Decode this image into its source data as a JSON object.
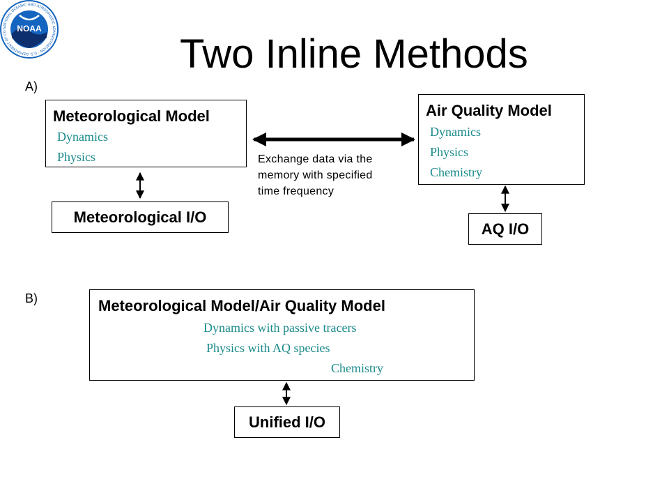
{
  "slide": {
    "title": "Two Inline Methods",
    "logo_text": "NOAA",
    "logo_ring_text": "NATIONAL OCEANIC AND ATMOSPHERIC ADMINISTRATION · U.S. DEPARTMENT OF COMMERCE",
    "colors": {
      "accent_teal": "#1a8a8a",
      "logo_blue": "#1565c0"
    }
  },
  "section_a": {
    "label": "A)",
    "met_model": {
      "title": "Meteorological Model",
      "items": [
        "Dynamics",
        "Physics"
      ]
    },
    "met_io": "Meteorological I/O",
    "aq_model": {
      "title": "Air Quality Model",
      "items": [
        "Dynamics",
        "Physics",
        "Chemistry"
      ]
    },
    "aq_io": "AQ I/O",
    "exchange_note": [
      "Exchange data via the",
      "memory with specified",
      "time frequency"
    ]
  },
  "section_b": {
    "label": "B)",
    "combined_model": {
      "title": "Meteorological Model/Air Quality Model",
      "items": [
        "Dynamics with passive tracers",
        "Physics with AQ species",
        "Chemistry"
      ]
    },
    "unified_io": "Unified I/O"
  }
}
